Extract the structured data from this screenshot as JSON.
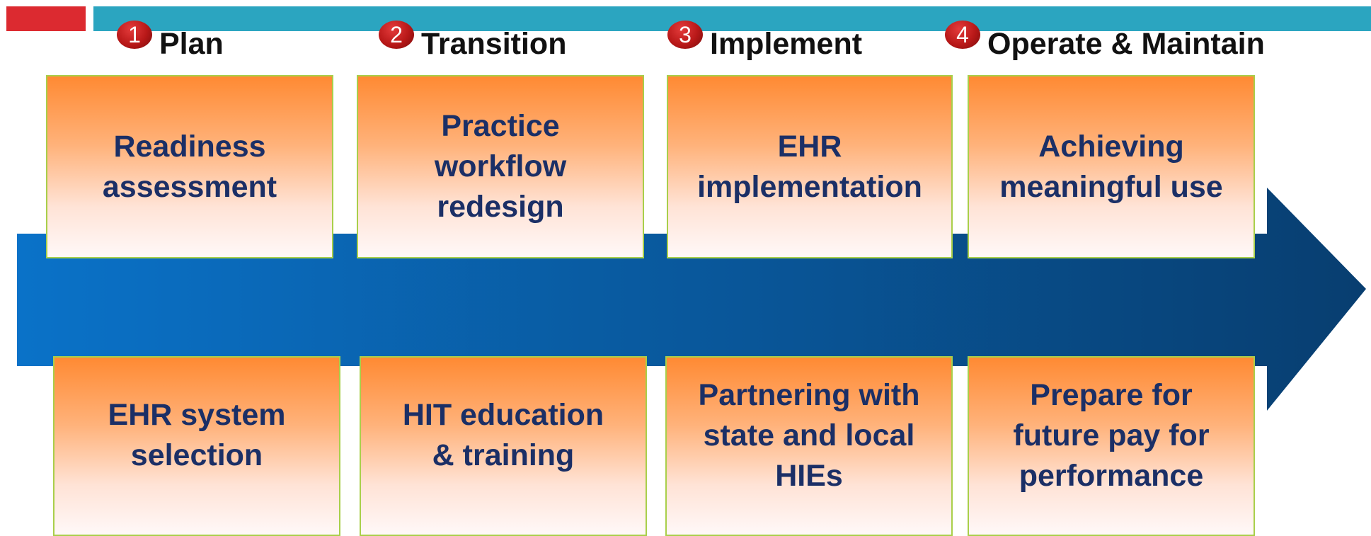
{
  "header": {
    "accent_color": "#dc2a30",
    "band_color": "#2ba5c0"
  },
  "phases": [
    {
      "number": "1",
      "label": "Plan"
    },
    {
      "number": "2",
      "label": "Transition"
    },
    {
      "number": "3",
      "label": "Implement"
    },
    {
      "number": "4",
      "label": "Operate & Maintain"
    }
  ],
  "arrow": {
    "color_start": "#0a72c8",
    "color_end": "#083e70"
  },
  "top_boxes": [
    "Readiness\nassessment",
    "Practice\nworkflow\nredesign",
    "EHR\nimplementation",
    "Achieving\nmeaningful use"
  ],
  "bottom_boxes": [
    "EHR system\nselection",
    "HIT education\n& training",
    "Partnering with\nstate and local\nHIEs",
    "Prepare for\nfuture pay for\nperformance"
  ],
  "box_colors": {
    "top": "#ff8a33",
    "bottom": "#fff8f8",
    "border": "#a9cf4a",
    "text": "#1b2f66"
  }
}
